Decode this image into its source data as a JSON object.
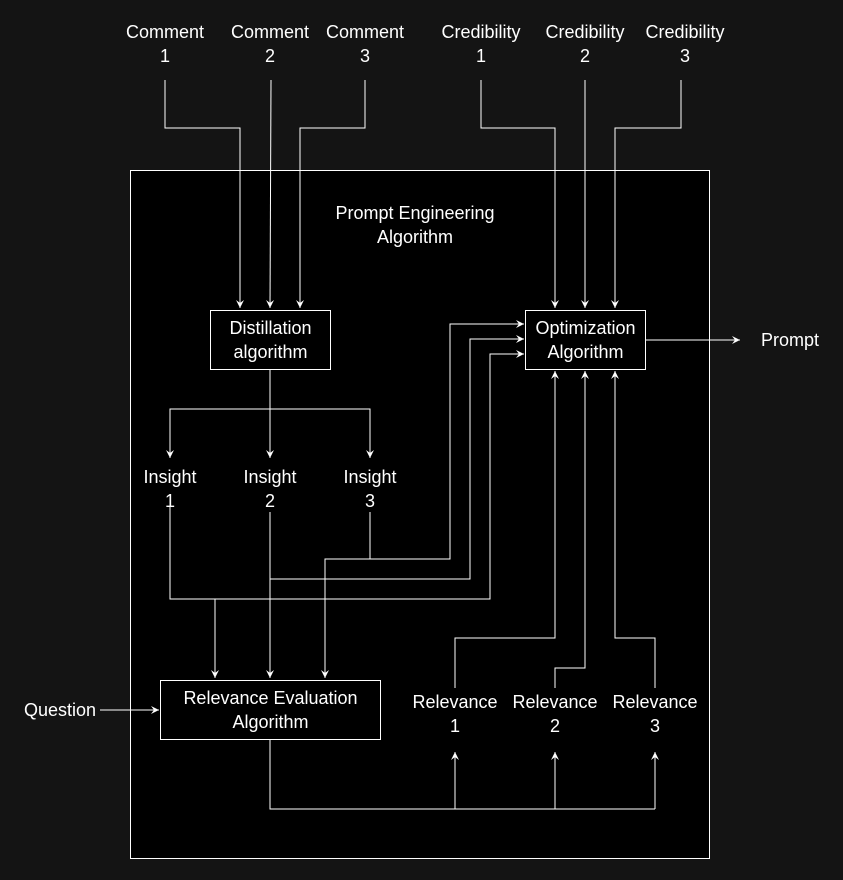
{
  "title_lines": [
    "Prompt Engineering",
    "Algorithm"
  ],
  "comments": [
    {
      "word": "Comment",
      "num": "1"
    },
    {
      "word": "Comment",
      "num": "2"
    },
    {
      "word": "Comment",
      "num": "3"
    }
  ],
  "credibilities": [
    {
      "word": "Credibility",
      "num": "1"
    },
    {
      "word": "Credibility",
      "num": "2"
    },
    {
      "word": "Credibility",
      "num": "3"
    }
  ],
  "distillation_lines": [
    "Distillation",
    "algorithm"
  ],
  "optimization_lines": [
    "Optimization",
    "Algorithm"
  ],
  "relevance_eval_lines": [
    "Relevance Evaluation",
    "Algorithm"
  ],
  "insights": [
    {
      "word": "Insight",
      "num": "1"
    },
    {
      "word": "Insight",
      "num": "2"
    },
    {
      "word": "Insight",
      "num": "3"
    }
  ],
  "relevances": [
    {
      "word": "Relevance",
      "num": "1"
    },
    {
      "word": "Relevance",
      "num": "2"
    },
    {
      "word": "Relevance",
      "num": "3"
    }
  ],
  "question_label": "Question",
  "prompt_label": "Prompt",
  "colors": {
    "background": "#141414",
    "canvas": "#000000",
    "stroke": "#ffffff"
  }
}
